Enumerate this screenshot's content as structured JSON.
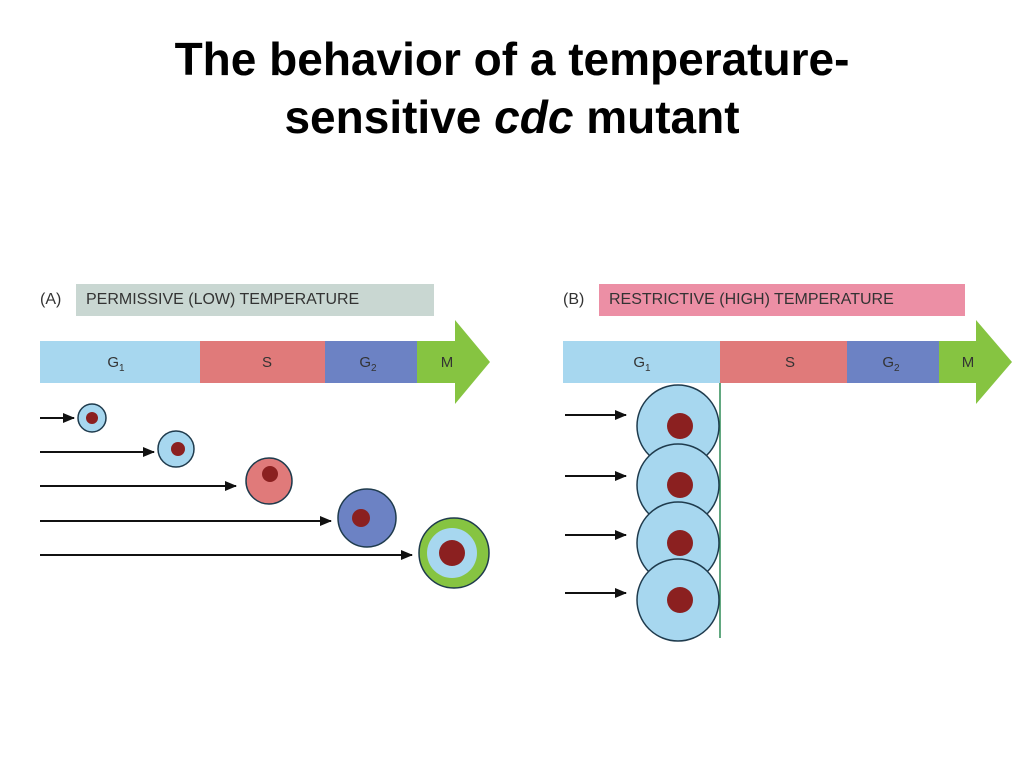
{
  "title": {
    "line1": "The behavior of a temperature-",
    "line2_start": "sensitive ",
    "line2_italic": "cdc",
    "line2_end": " mutant"
  },
  "panel_a": {
    "letter": "(A)",
    "condition": "PERMISSIVE (LOW) TEMPERATURE"
  },
  "panel_b": {
    "letter": "(B)",
    "condition": "RESTRICTIVE (HIGH) TEMPERATURE"
  },
  "phases": {
    "g1": "G",
    "g1_sub": "1",
    "s": "S",
    "g2": "G",
    "g2_sub": "2",
    "m": "M"
  },
  "colors": {
    "g1": "#a7d7ef",
    "s": "#e07a7a",
    "g2": "#6c82c4",
    "m": "#86c441",
    "nucleus": "#8b2020",
    "condition_a": "#c9d7d2",
    "condition_b": "#ec8fa5",
    "arrest_line": "#2e8b57"
  }
}
